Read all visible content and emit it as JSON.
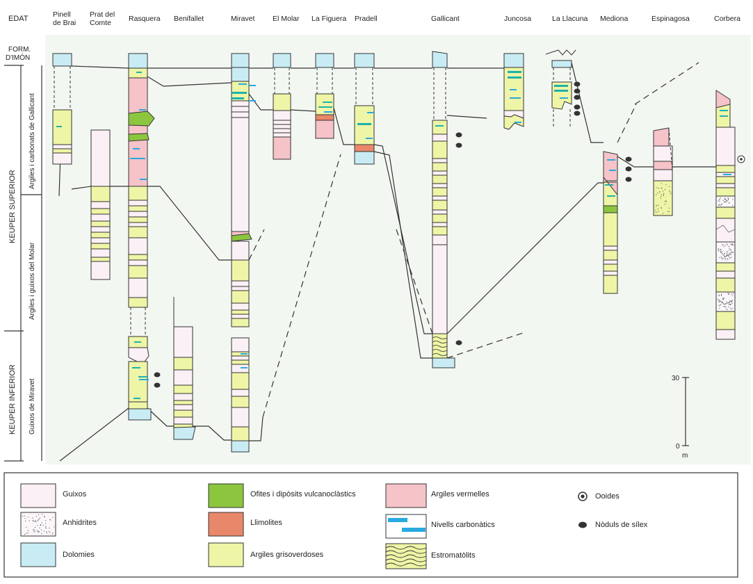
{
  "header": {
    "edat": "EDAT",
    "form_imon": [
      "FORM.",
      "D'IMÓN"
    ],
    "keuper_superior": "KEUPER SUPERIOR",
    "keuper_inferior": "KEUPER INFERIOR",
    "unit_gallicant": "Argiles i carbonats de Gallicant",
    "unit_molar": "Argiles i guixos del Molar",
    "unit_miravet": "Guixos de Miravet"
  },
  "sections": [
    {
      "id": "pinell",
      "label": [
        "Pinell",
        "de Brai"
      ]
    },
    {
      "id": "prat",
      "label": [
        "Prat del",
        "Comte"
      ]
    },
    {
      "id": "rasquera",
      "label": [
        "Rasquera"
      ]
    },
    {
      "id": "benifallet",
      "label": [
        "Benifallet"
      ]
    },
    {
      "id": "miravet",
      "label": [
        "Miravet"
      ]
    },
    {
      "id": "molar",
      "label": [
        "El Molar"
      ]
    },
    {
      "id": "figuera",
      "label": [
        "La Figuera"
      ]
    },
    {
      "id": "pradell",
      "label": [
        "Pradell"
      ]
    },
    {
      "id": "gallicant",
      "label": [
        "Gallicant"
      ]
    },
    {
      "id": "juncosa",
      "label": [
        "Juncosa"
      ]
    },
    {
      "id": "llacuna",
      "label": [
        "La Llacuna"
      ]
    },
    {
      "id": "mediona",
      "label": [
        "Mediona"
      ]
    },
    {
      "id": "espinagosa",
      "label": [
        "Espinagosa"
      ]
    },
    {
      "id": "corbera",
      "label": [
        "Corbera"
      ]
    }
  ],
  "scale": {
    "top": "30",
    "bottom": "0",
    "unit": "m"
  },
  "colors": {
    "guixos": "#faf0f5",
    "anhidrites": "#fbf6fa",
    "dolomies": "#c9ecf4",
    "ofites": "#8cc63f",
    "llimolites": "#e8876a",
    "grisoverdoses": "#eef5a6",
    "vermelles": "#f6c3c9",
    "carbonatics": "#2aa9e0",
    "panel": "#f3f7f1",
    "ink": "#333333"
  },
  "legend": [
    {
      "key": "guixos",
      "label": "Guixos",
      "icon": "box"
    },
    {
      "key": "anhidrites",
      "label": "Anhidrites",
      "icon": "dots-box"
    },
    {
      "key": "dolomies",
      "label": "Dolomies",
      "icon": "box"
    },
    {
      "key": "ofites",
      "label": "Ofites i dipòsits vulcanoclàstics",
      "icon": "box"
    },
    {
      "key": "llimolites",
      "label": "Llimolites",
      "icon": "box"
    },
    {
      "key": "grisoverdoses",
      "label": "Argiles grisoverdoses",
      "icon": "box"
    },
    {
      "key": "vermelles",
      "label": "Argiles vermelles",
      "icon": "box"
    },
    {
      "key": "carbonatics",
      "label": "Nivells carbonàtics",
      "icon": "bars-box"
    },
    {
      "key": "estromatolits",
      "label": "Estromatòlits",
      "icon": "waves-box"
    },
    {
      "key": "ooides",
      "label": "Ooides",
      "icon": "ooid"
    },
    {
      "key": "nodules",
      "label": "Nòduls de sílex",
      "icon": "nodule"
    }
  ]
}
